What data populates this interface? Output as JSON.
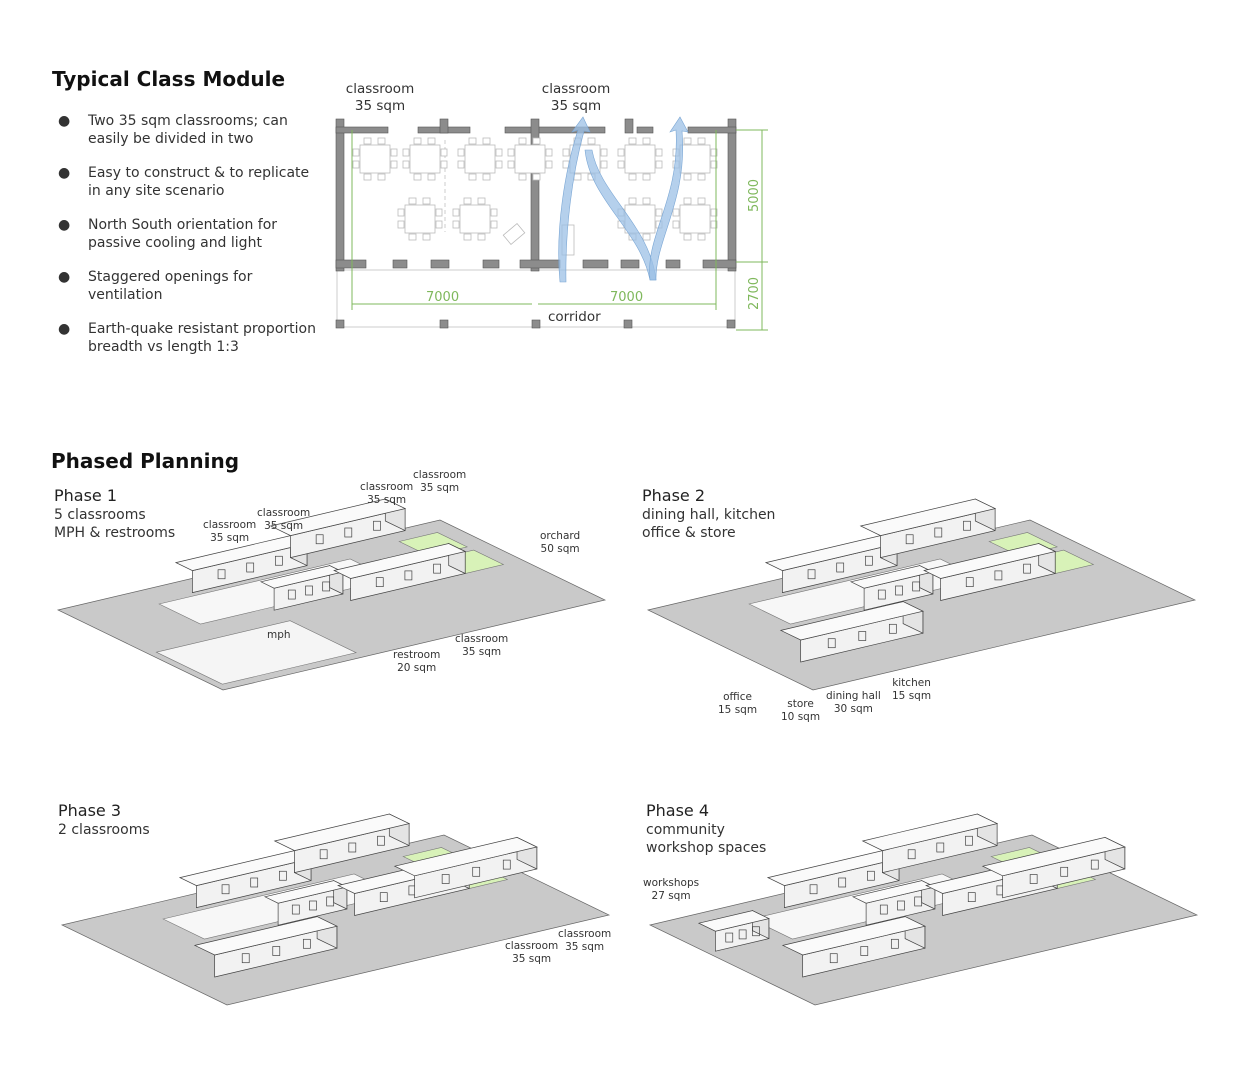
{
  "module": {
    "title": "Typical Class Module",
    "bullets": [
      "Two 35 sqm classrooms; can easily be divided in two",
      "Easy to construct & to replicate in any site scenario",
      "North South orientation for passive cooling and light",
      "Staggered openings for ventilation",
      "Earth-quake resistant proportion breadth vs length 1:3"
    ],
    "bullet_glyph": "●",
    "plan": {
      "room_left": {
        "name": "classroom",
        "area": "35 sqm"
      },
      "room_right": {
        "name": "classroom",
        "area": "35 sqm"
      },
      "dim_width_left": "7000",
      "dim_width_right": "7000",
      "dim_depth": "5000",
      "dim_corridor": "2700",
      "corridor": "corridor"
    }
  },
  "phased": {
    "title": "Phased Planning",
    "phases": [
      {
        "title": "Phase 1",
        "lines": [
          "5 classrooms",
          "MPH & restrooms"
        ],
        "labels": [
          [
            "classroom",
            "35 sqm"
          ],
          [
            "classroom",
            "35 sqm"
          ],
          [
            "classroom",
            "35 sqm"
          ],
          [
            "classroom",
            "35 sqm"
          ],
          [
            "orchard",
            "50 sqm"
          ],
          [
            "mph"
          ],
          [
            "restroom",
            "20 sqm"
          ],
          [
            "classroom",
            "35 sqm"
          ]
        ]
      },
      {
        "title": "Phase 2",
        "lines": [
          "dining hall, kitchen",
          "office & store"
        ],
        "labels": [
          [
            "office",
            "15 sqm"
          ],
          [
            "store",
            "10 sqm"
          ],
          [
            "dining hall",
            "30 sqm"
          ],
          [
            "kitchen",
            "15 sqm"
          ]
        ]
      },
      {
        "title": "Phase 3",
        "lines": [
          "2 classrooms"
        ],
        "labels": [
          [
            "classroom",
            "35 sqm"
          ],
          [
            "classroom",
            "35 sqm"
          ]
        ]
      },
      {
        "title": "Phase 4",
        "lines": [
          "community",
          "workshop spaces"
        ],
        "labels": [
          [
            "workshops",
            "27 sqm"
          ]
        ]
      }
    ]
  },
  "colors": {
    "wall": "#8c8c8c",
    "dimension": "#7fb85c",
    "airflow": "#9cc0e6",
    "site": "#c9c9c9",
    "orchard": "#d8f2b8"
  }
}
